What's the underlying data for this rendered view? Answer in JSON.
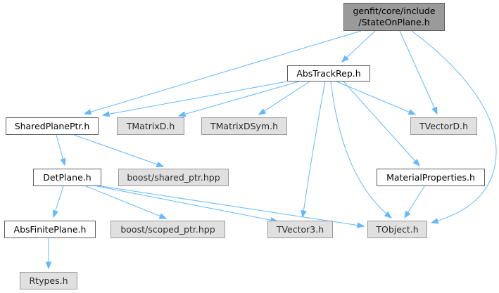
{
  "root": {
    "line1": "genfit/core/include",
    "line2": "/StateOnPlane.h"
  },
  "nodes": {
    "abstrackrep": "AbsTrackRep.h",
    "sharedplaneptr": "SharedPlanePtr.h",
    "tmatrixd": "TMatrixD.h",
    "tmatrixdsym": "TMatrixDSym.h",
    "tvectord": "TVectorD.h",
    "detplane": "DetPlane.h",
    "boost_shared_ptr": "boost/shared_ptr.hpp",
    "materialproperties": "MaterialProperties.h",
    "absfiniteplane": "AbsFinitePlane.h",
    "boost_scoped_ptr": "boost/scoped_ptr.hpp",
    "tvector3": "TVector3.h",
    "tobject": "TObject.h",
    "rtypes": "Rtypes.h"
  },
  "edges": [
    [
      "root",
      "abstrackrep"
    ],
    [
      "root",
      "sharedplaneptr"
    ],
    [
      "root",
      "tvectord"
    ],
    [
      "root",
      "tobject"
    ],
    [
      "abstrackrep",
      "sharedplaneptr"
    ],
    [
      "abstrackrep",
      "tmatrixd"
    ],
    [
      "abstrackrep",
      "tmatrixdsym"
    ],
    [
      "abstrackrep",
      "tvectord"
    ],
    [
      "abstrackrep",
      "tvector3"
    ],
    [
      "abstrackrep",
      "tobject"
    ],
    [
      "abstrackrep",
      "materialproperties"
    ],
    [
      "sharedplaneptr",
      "detplane"
    ],
    [
      "sharedplaneptr",
      "boost_shared_ptr"
    ],
    [
      "detplane",
      "absfiniteplane"
    ],
    [
      "detplane",
      "boost_scoped_ptr"
    ],
    [
      "detplane",
      "tvector3"
    ],
    [
      "detplane",
      "tobject"
    ],
    [
      "materialproperties",
      "tobject"
    ],
    [
      "absfiniteplane",
      "rtypes"
    ]
  ],
  "colors": {
    "edge": "#63b8ff",
    "root_fill": "#9a9a9a",
    "external_fill": "#e0e0e0",
    "border": "#5e5e5e"
  }
}
